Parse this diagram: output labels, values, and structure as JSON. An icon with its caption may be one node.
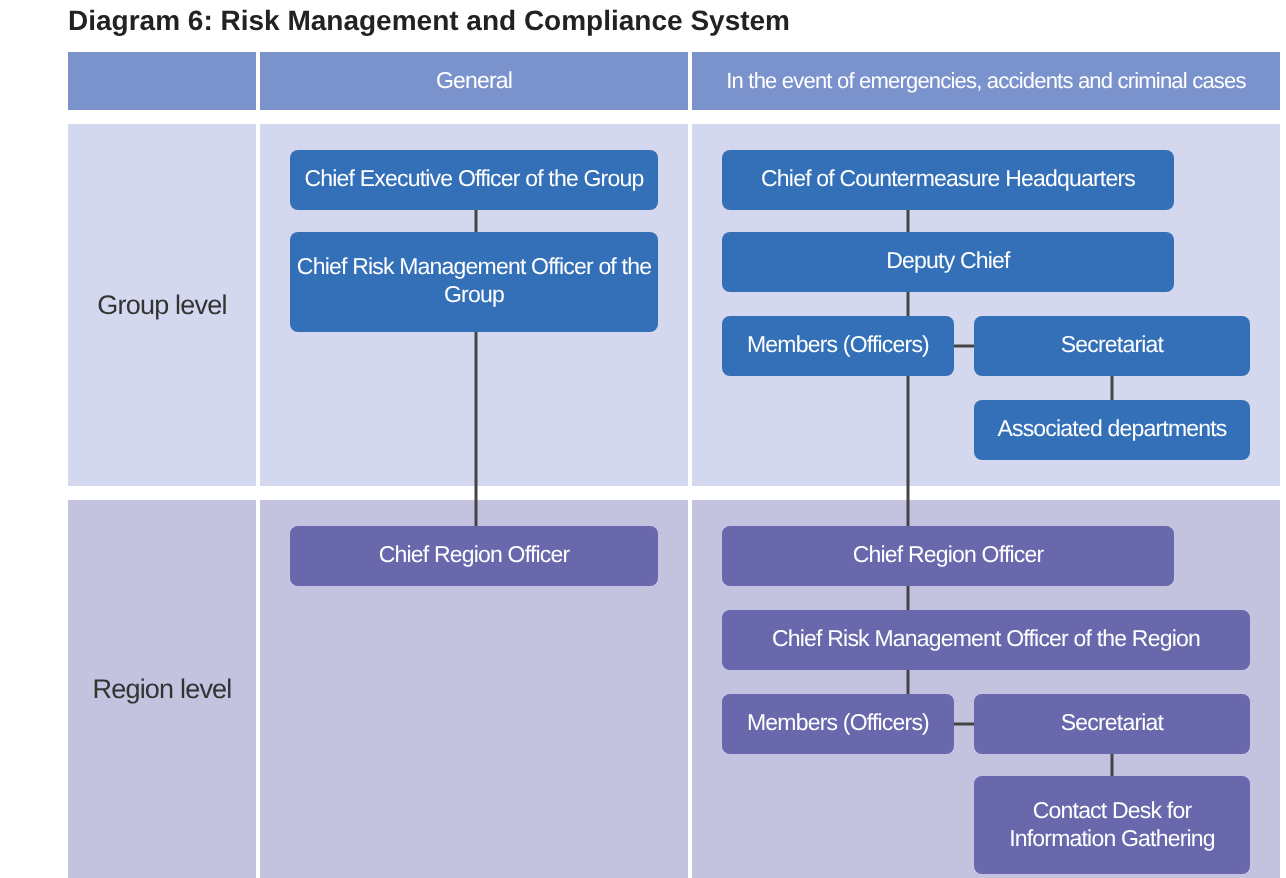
{
  "diagram": {
    "title": "Diagram 6: Risk Management and Compliance System",
    "nodes": [
      {
        "text": [
          "Chief Executive Officer of the Group"
        ]
      },
      {
        "text": [
          "Chief Risk Management Officer of the Group"
        ]
      },
      {
        "text": [
          "Chief Region Officer"
        ]
      },
      {
        "text": [
          "Chief of Countermeasure Headquarters"
        ]
      },
      {
        "text": [
          "Deputy Chief"
        ]
      },
      {
        "text": [
          "Members (Officers)"
        ]
      },
      {
        "text": [
          "Secretariat"
        ]
      },
      {
        "text": [
          "Associated departments"
        ]
      },
      {
        "text": [
          "Chief Region Officer"
        ]
      },
      {
        "text": [
          "Chief Risk Management Officer of the Region"
        ]
      },
      {
        "text": [
          "Members (Officers)"
        ]
      },
      {
        "text": [
          "Secretariat"
        ]
      },
      {
        "text": [
          "Contact Desk for Information Gathering"
        ]
      }
    ],
    "edges": [
      {
        "from": 0,
        "to": 1,
        "arrow": "none"
      },
      {
        "from": 1,
        "to": 2,
        "arrow": "none"
      },
      {
        "from": 3,
        "to": 4,
        "arrow": "none"
      },
      {
        "from": 4,
        "to": 5,
        "arrow": "none"
      },
      {
        "from": 5,
        "to": 6,
        "arrow": "none"
      },
      {
        "from": 6,
        "to": 7,
        "arrow": "none"
      },
      {
        "from": 5,
        "to": 8,
        "arrow": "none"
      },
      {
        "from": 8,
        "to": 9,
        "arrow": "none"
      },
      {
        "from": 9,
        "to": 10,
        "arrow": "none"
      },
      {
        "from": 10,
        "to": 11,
        "arrow": "none"
      },
      {
        "from": 11,
        "to": 12,
        "arrow": "none"
      }
    ],
    "labels": [
      "General",
      "In the event of emergencies, accidents and criminal cases",
      "Group level",
      "Region level"
    ]
  }
}
